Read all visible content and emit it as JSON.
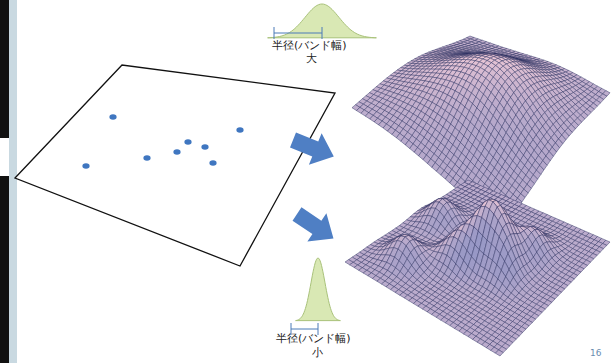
{
  "diagram": {
    "labels": [
      "半径(バンド幅)",
      "大",
      "半径(バンド幅)",
      "小",
      "16"
    ]
  }
}
